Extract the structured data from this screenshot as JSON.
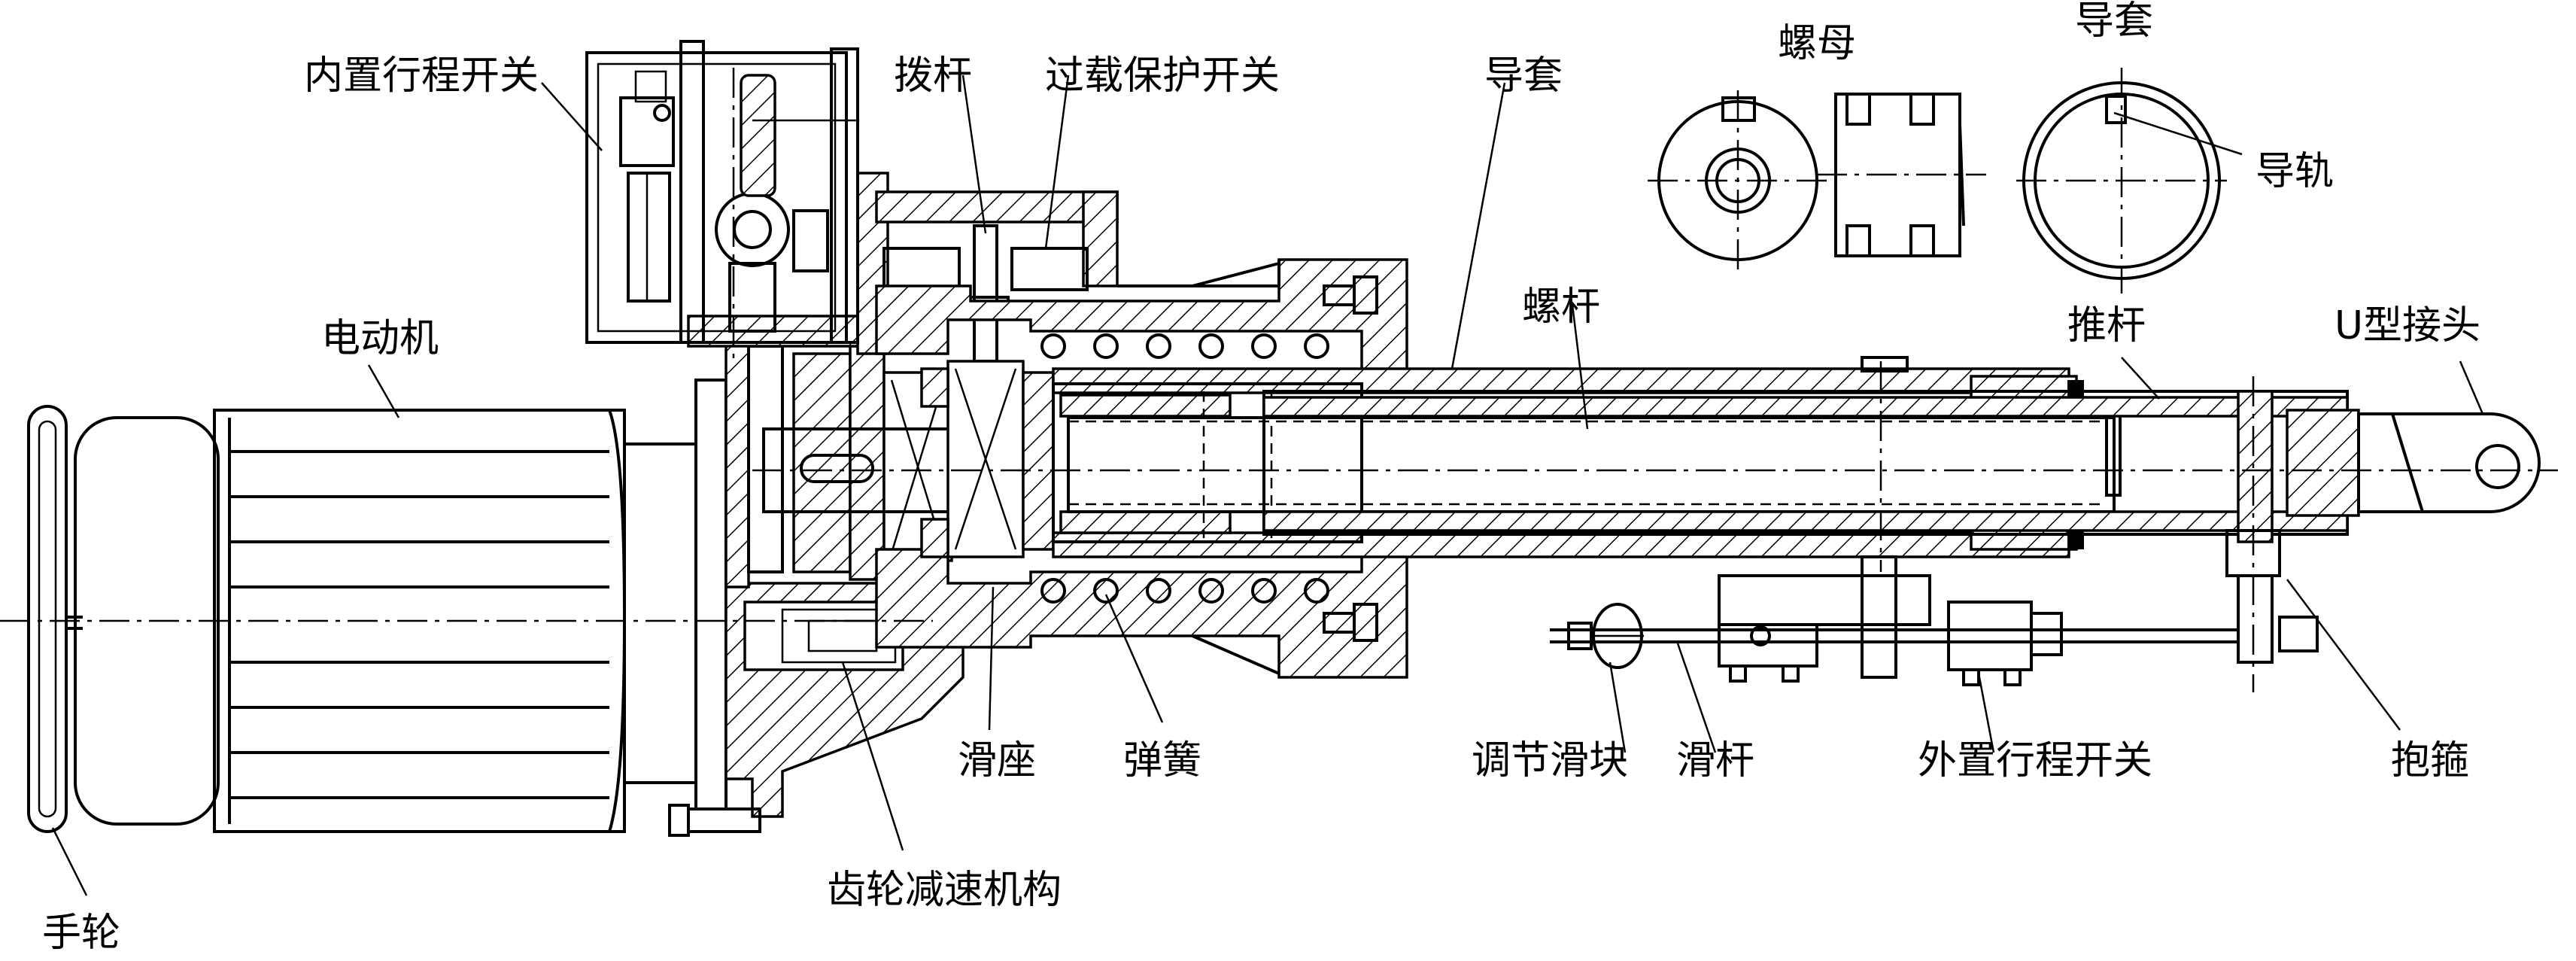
{
  "labels": {
    "handwheel": "手轮",
    "motor": "电动机",
    "internal_limit_switch": "内置行程开关",
    "lever": "拨杆",
    "overload_protection_switch": "过载保护开关",
    "guide_sleeve": "导套",
    "nut": "螺母",
    "guide_sleeve_section": "导套",
    "guide_rail": "导轨",
    "screw": "螺杆",
    "push_rod": "推杆",
    "u_joint": "U型接头",
    "slide_seat": "滑座",
    "spring": "弹簧",
    "gear_reducer": "齿轮减速机构",
    "adjusting_slider": "调节滑块",
    "slide_bar": "滑杆",
    "external_limit_switch": "外置行程开关",
    "clamp": "抱箍"
  }
}
